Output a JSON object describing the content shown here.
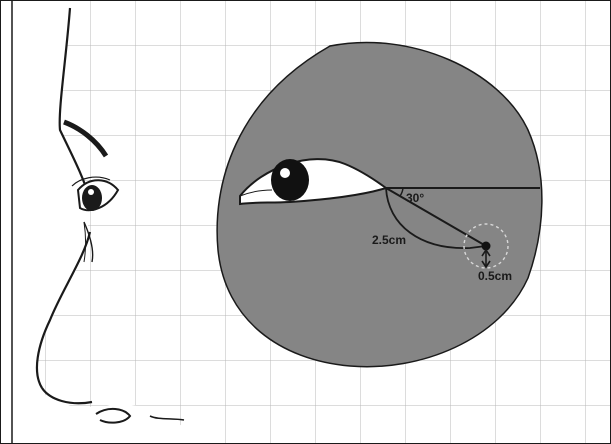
{
  "diagram": {
    "colors": {
      "background": "#ffffff",
      "grid_line": "#b8b8b8",
      "shaded_region": "#858585",
      "outline": "#1a1a1a",
      "eye_white": "#ffffff",
      "skin": "#ffffff"
    },
    "labels": {
      "angle": "30°",
      "distance": "2.5cm",
      "offset": "0.5cm"
    },
    "icons": {
      "profile": "face-profile-illustration",
      "eye": "eye-icon",
      "target": "target-point-icon",
      "arrow": "double-arrow-icon"
    }
  }
}
